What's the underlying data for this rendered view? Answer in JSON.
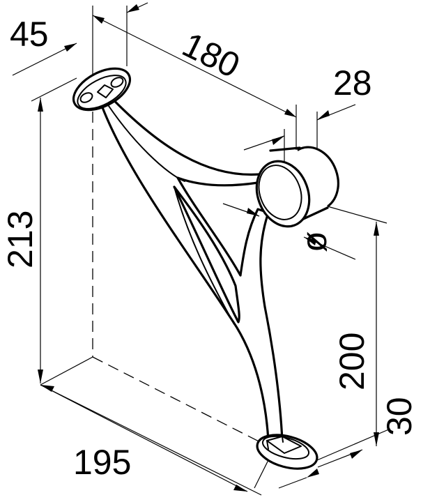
{
  "dimensions": {
    "d45": "45",
    "d180": "180",
    "d28": "28",
    "d213": "213",
    "d200": "200",
    "d30": "30",
    "d195": "195",
    "diameter_symbol": "ø"
  },
  "colors": {
    "line": "#000000",
    "background": "#ffffff"
  }
}
